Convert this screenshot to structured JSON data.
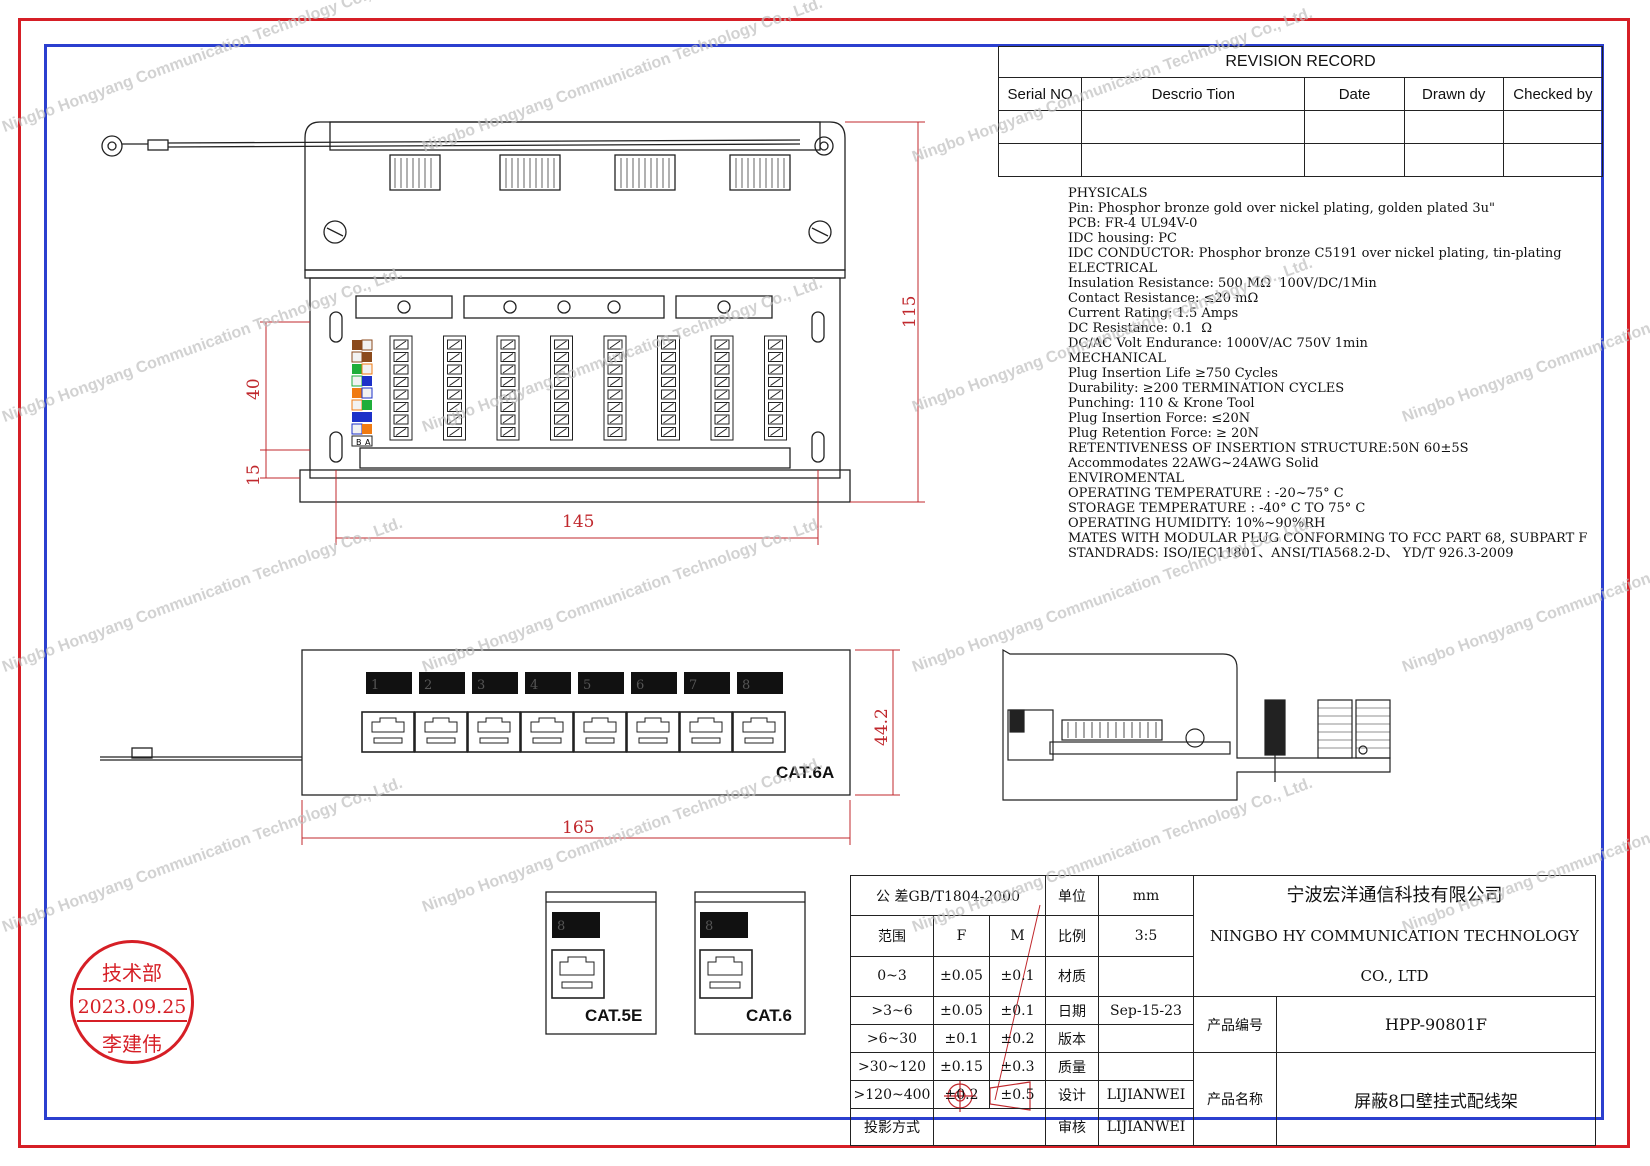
{
  "revision": {
    "title": "REVISION RECORD",
    "headers": [
      "Serial NO",
      "Descrio Tion",
      "Date",
      "Drawn dy",
      "Checked by"
    ]
  },
  "specs": [
    "PHYSICALS",
    "Pin: Phosphor bronze gold over nickel plating, golden plated 3u\"",
    "PCB: FR-4 UL94V-0",
    "IDC housing: PC",
    "IDC CONDUCTOR: Phosphor bronze C5191 over nickel plating, tin-plating",
    "ELECTRICAL",
    "Insulation Resistance: 500 MΩ  100V/DC/1Min",
    "Contact Resistance: ≤20 mΩ",
    "Current Rating: 1.5 Amps",
    "DC Resistance: 0.1  Ω",
    "DC/AC Volt Endurance: 1000V/AC 750V 1min",
    "MECHANICAL",
    "Plug Insertion Life ≥750 Cycles",
    "Durability: ≥200 TERMINATION CYCLES",
    "Punching: 110 & Krone Tool",
    "Plug Insertion Force: ≤20N",
    "Plug Retention Force: ≥ 20N",
    "RETENTIVENESS OF INSERTION STRUCTURE:50N 60±5S",
    "Accommodates 22AWG~24AWG Solid",
    "ENVIROMENTAL",
    "OPERATING TEMPERATURE : -20~75° C",
    "STORAGE TEMPERATURE : -40° C TO 75° C",
    "OPERATING HUMIDITY: 10%~90%RH",
    "MATES WITH MODULAR PLUG CONFORMING TO FCC PART 68, SUBPART F",
    "STANDRADS: ISO/IEC11801、ANSI/TIA568.2-D、 YD/T 926.3-2009"
  ],
  "dimensions": {
    "width_top": "145",
    "height_total": "115",
    "height_mount": "40",
    "height_bottom": "15",
    "width_front": "165",
    "height_front": "44.2"
  },
  "labels": {
    "cat6a": "CAT.6A",
    "cat5e": "CAT.5E",
    "cat6": "CAT.6",
    "port_numbers": [
      "1",
      "2",
      "3",
      "4",
      "5",
      "6",
      "7",
      "8"
    ],
    "single_port": "8",
    "wiring_letters_top": [
      "B",
      "A"
    ]
  },
  "titleblock": {
    "tol_header": "公 差GB/T1804-2000",
    "range": "范围",
    "f": "F",
    "m": "M",
    "rows": [
      [
        "0~3",
        "±0.05",
        "±0.1"
      ],
      [
        ">3~6",
        "±0.05",
        "±0.1"
      ],
      [
        ">6~30",
        "±0.1",
        "±0.2"
      ],
      [
        ">30~120",
        "±0.15",
        "±0.3"
      ],
      [
        ">120~400",
        "±0.2",
        "±0.5"
      ]
    ],
    "projection": "投影方式",
    "fields": [
      [
        "单位",
        "mm"
      ],
      [
        "比例",
        "3:5"
      ],
      [
        "材质",
        ""
      ],
      [
        "日期",
        "Sep-15-23"
      ],
      [
        "版本",
        ""
      ],
      [
        "质量",
        ""
      ],
      [
        "设计",
        "LIJIANWEI"
      ],
      [
        "审核",
        "LIJIANWEI"
      ]
    ],
    "company_cn": "宁波宏洋通信科技有限公司",
    "company_en": "NINGBO HY COMMUNICATION TECHNOLOGY CO., LTD",
    "product_no_label": "产品编号",
    "product_no": "HPP-90801F",
    "product_name_label": "产品名称",
    "product_name": "屏蔽8口壁挂式配线架"
  },
  "stamp": {
    "dept": "技术部",
    "date": "2023.09.25",
    "name": "李建伟"
  },
  "watermark": "Ningbo Hongyang Communication Technology Co., Ltd.",
  "colors": {
    "outer_border": "#d61f26",
    "inner_border": "#2b3fcf",
    "dimension": "#c0282d"
  }
}
